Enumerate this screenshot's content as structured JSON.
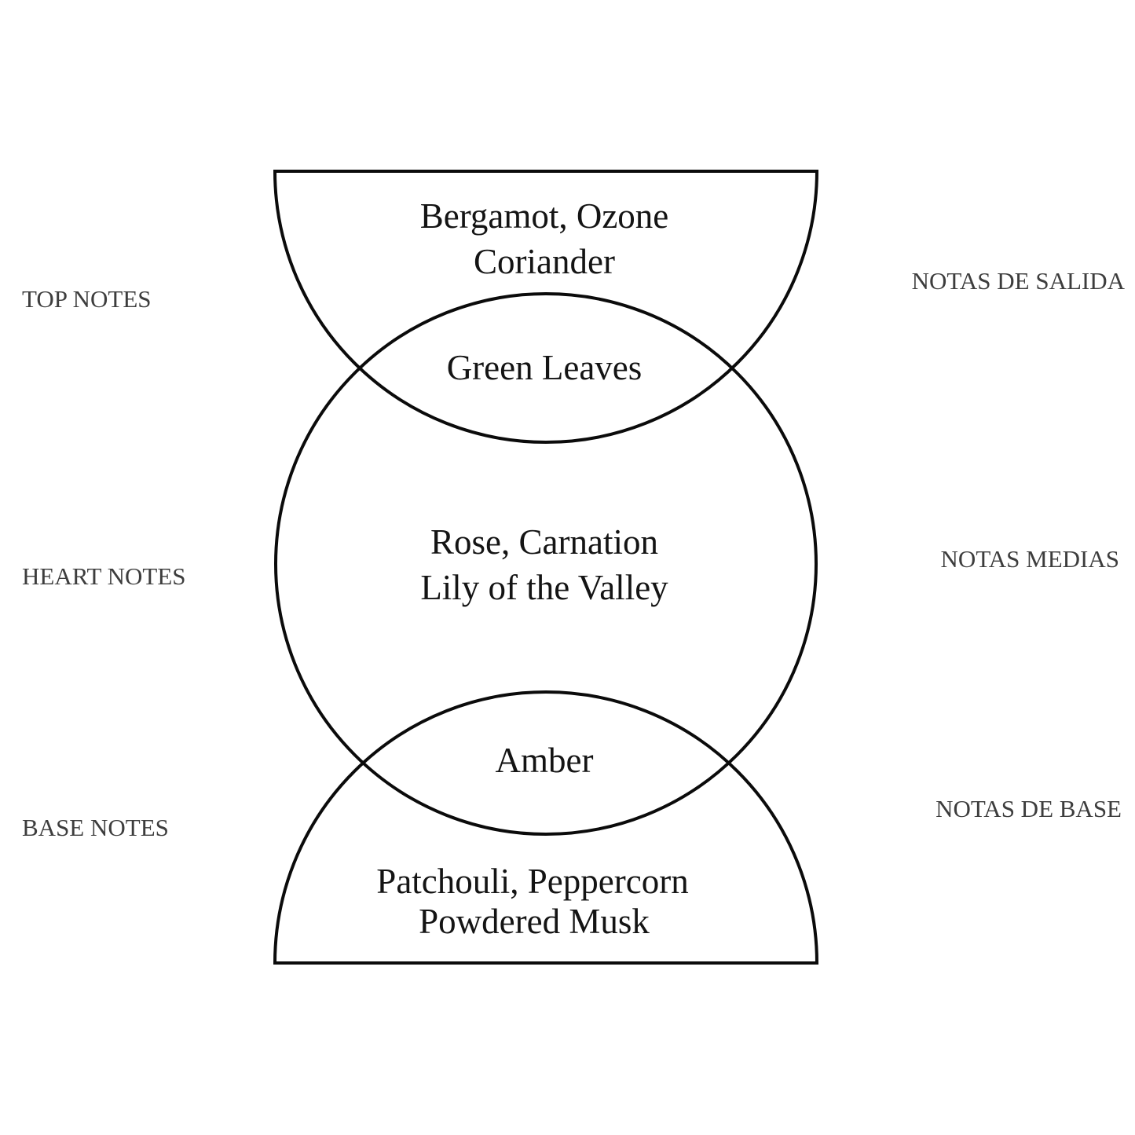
{
  "diagram": {
    "stroke_color": "#0b0b0b",
    "inner_text_color": "#141414",
    "label_color": "#3d3d3d",
    "left_labels": [
      {
        "label": "TOP NOTES"
      },
      {
        "label": "HEART NOTES"
      },
      {
        "label": "BASE NOTES"
      }
    ],
    "right_labels": [
      {
        "label": "NOTAS DE SALIDA"
      },
      {
        "label": "NOTAS MEDIAS"
      },
      {
        "label": "NOTAS DE BASE"
      }
    ],
    "top_section": {
      "line1": "Bergamot, Ozone",
      "line2": "Coriander"
    },
    "top_overlap": {
      "line1": "Green Leaves"
    },
    "heart_section": {
      "line1": "Rose, Carnation",
      "line2": "Lily of the Valley"
    },
    "base_overlap": {
      "line1": "Amber"
    },
    "base_section": {
      "line1": "Patchouli, Peppercorn",
      "line2": "Powdered Musk"
    }
  }
}
